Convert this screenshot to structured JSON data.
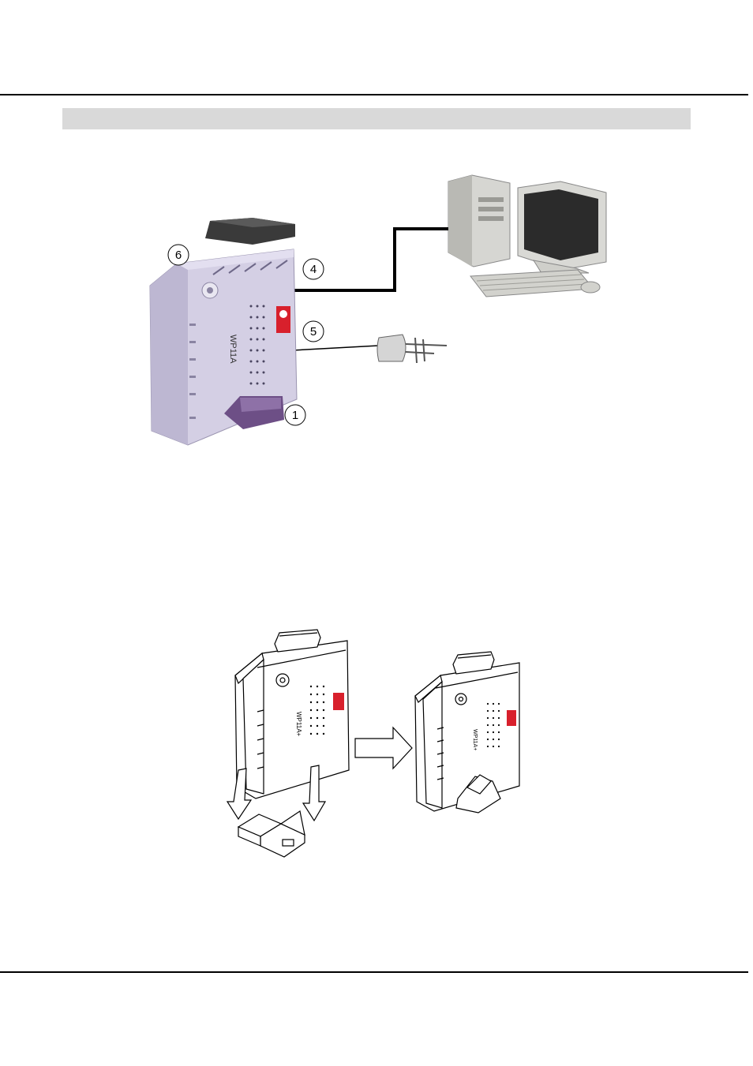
{
  "page": {
    "section_band_text": ""
  },
  "figure1": {
    "callouts": [
      "6",
      "4",
      "5",
      "1"
    ],
    "device_model_label": "WP11A",
    "colors": {
      "device": "#d4cfe4",
      "stand": "#6d4f86",
      "logo": "#d8202c",
      "cable": "#000000"
    }
  },
  "figure2": {
    "device_model_label": "WP11A+",
    "colors": {
      "line": "#000000",
      "logo": "#d8202c"
    }
  }
}
